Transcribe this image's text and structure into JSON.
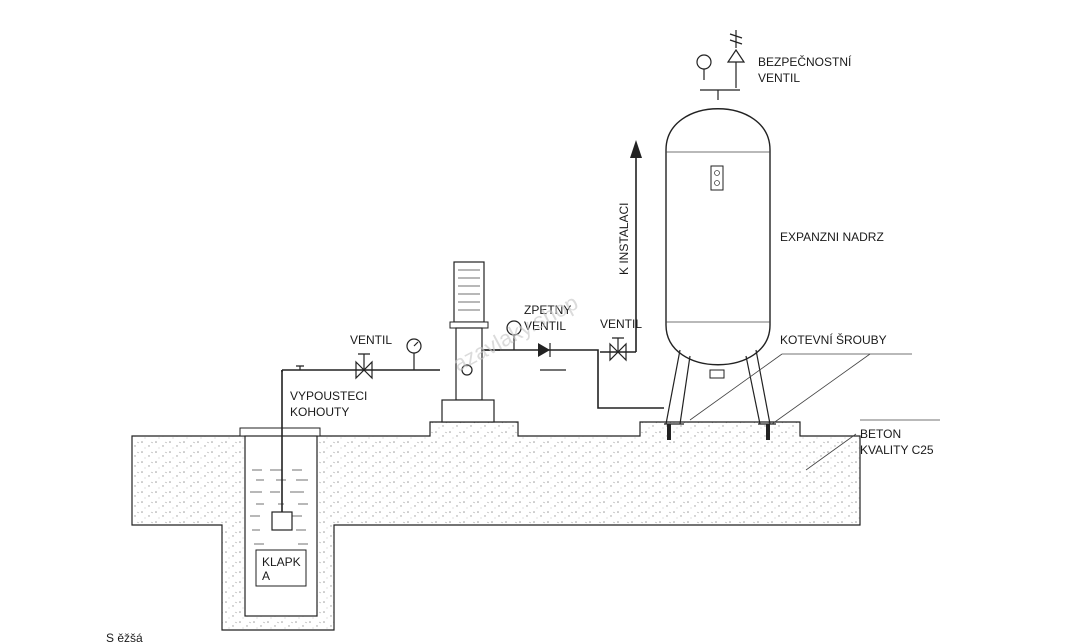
{
  "labels": {
    "safety_valve_line1": "BEZPEČNOSTNÍ",
    "safety_valve_line2": "VENTIL",
    "to_installation": "K INSTALACI",
    "expansion_tank": "EXPANZNI NADRZ",
    "check_valve_line1": "ZPETNY",
    "check_valve_line2": "VENTIL",
    "valve_right": "VENTIL",
    "valve_left": "VENTIL",
    "anchor_bolts": "KOTEVNÍ ŠROUBY",
    "drain_taps_line1": "VYPOUSTECI",
    "drain_taps_line2": "KOHOUTY",
    "concrete_line1": "BETON",
    "concrete_line2": "KVALITY  C25",
    "flap_line1": "KLAPK",
    "flap_line2": "A",
    "bottom_fragment": "S  ěžšá"
  },
  "watermark": "azavlaky.shop",
  "colors": {
    "line": "#222222",
    "concrete_dots": "#9a9a9a",
    "watermark": "#c9c9c9"
  }
}
